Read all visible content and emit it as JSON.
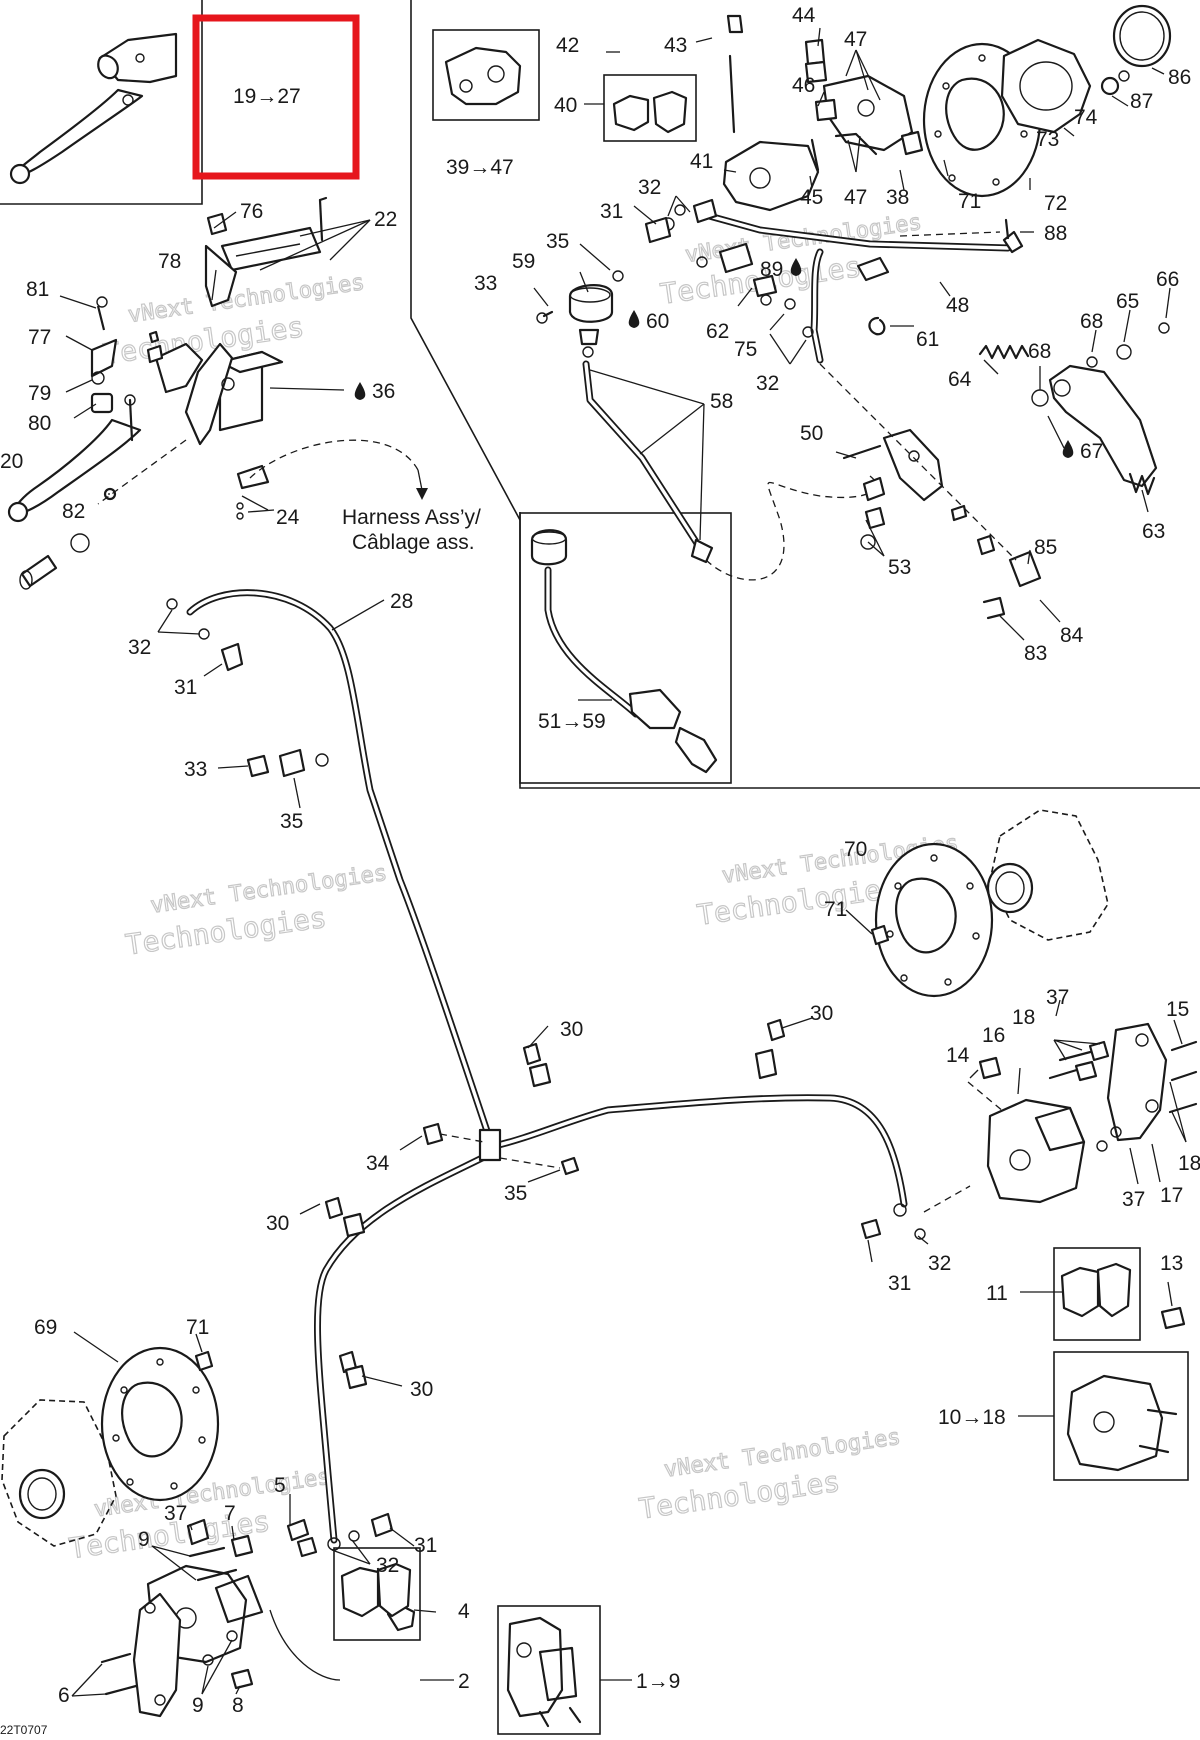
{
  "diagram": {
    "drawing_code": "22T0707",
    "highlight": {
      "label": "19→27",
      "color": "#e6161c"
    },
    "harness_label": {
      "line1": "Harness Ass’y/",
      "line2": "Câblage ass."
    },
    "watermark": {
      "line1": "vNext Technologies",
      "line2": "Technologies"
    },
    "callouts": [
      {
        "id": "c44",
        "text": "44"
      },
      {
        "id": "c47a",
        "text": "47"
      },
      {
        "id": "c42",
        "text": "42"
      },
      {
        "id": "c43",
        "text": "43"
      },
      {
        "id": "c86",
        "text": "86"
      },
      {
        "id": "c87",
        "text": "87"
      },
      {
        "id": "c40",
        "text": "40"
      },
      {
        "id": "c46",
        "text": "46"
      },
      {
        "id": "c74",
        "text": "74"
      },
      {
        "id": "c73",
        "text": "73"
      },
      {
        "id": "c39_47",
        "text": "39→47"
      },
      {
        "id": "c41",
        "text": "41"
      },
      {
        "id": "c45",
        "text": "45"
      },
      {
        "id": "c47b",
        "text": "47"
      },
      {
        "id": "c38",
        "text": "38"
      },
      {
        "id": "c71a",
        "text": "71"
      },
      {
        "id": "c72",
        "text": "72"
      },
      {
        "id": "c32a",
        "text": "32"
      },
      {
        "id": "c31a",
        "text": "31"
      },
      {
        "id": "c88",
        "text": "88"
      },
      {
        "id": "c35a",
        "text": "35"
      },
      {
        "id": "c89",
        "text": "89"
      },
      {
        "id": "c59",
        "text": "59"
      },
      {
        "id": "c33a",
        "text": "33"
      },
      {
        "id": "c48",
        "text": "48"
      },
      {
        "id": "c66",
        "text": "66"
      },
      {
        "id": "c65",
        "text": "65"
      },
      {
        "id": "c60",
        "text": "60"
      },
      {
        "id": "c68a",
        "text": "68"
      },
      {
        "id": "c62",
        "text": "62"
      },
      {
        "id": "c61",
        "text": "61"
      },
      {
        "id": "c75",
        "text": "75"
      },
      {
        "id": "c68b",
        "text": "68"
      },
      {
        "id": "c64",
        "text": "64"
      },
      {
        "id": "c32b",
        "text": "32"
      },
      {
        "id": "c58",
        "text": "58"
      },
      {
        "id": "c67",
        "text": "67"
      },
      {
        "id": "c50",
        "text": "50"
      },
      {
        "id": "c63",
        "text": "63"
      },
      {
        "id": "c85",
        "text": "85"
      },
      {
        "id": "c53",
        "text": "53"
      },
      {
        "id": "c84",
        "text": "84"
      },
      {
        "id": "c83",
        "text": "83"
      },
      {
        "id": "c51_59",
        "text": "51→59"
      },
      {
        "id": "c76",
        "text": "76"
      },
      {
        "id": "c22",
        "text": "22"
      },
      {
        "id": "c78",
        "text": "78"
      },
      {
        "id": "c81",
        "text": "81"
      },
      {
        "id": "c77",
        "text": "77"
      },
      {
        "id": "c36",
        "text": "36"
      },
      {
        "id": "c79",
        "text": "79"
      },
      {
        "id": "c80",
        "text": "80"
      },
      {
        "id": "c20",
        "text": "20"
      },
      {
        "id": "c82",
        "text": "82"
      },
      {
        "id": "c24",
        "text": "24"
      },
      {
        "id": "c28",
        "text": "28"
      },
      {
        "id": "c32c",
        "text": "32"
      },
      {
        "id": "c31b",
        "text": "31"
      },
      {
        "id": "c33b",
        "text": "33"
      },
      {
        "id": "c35b",
        "text": "35"
      },
      {
        "id": "c70",
        "text": "70"
      },
      {
        "id": "c71b",
        "text": "71"
      },
      {
        "id": "c30a",
        "text": "30"
      },
      {
        "id": "c30b",
        "text": "30"
      },
      {
        "id": "c37a",
        "text": "37"
      },
      {
        "id": "c18a",
        "text": "18"
      },
      {
        "id": "c15",
        "text": "15"
      },
      {
        "id": "c16",
        "text": "16"
      },
      {
        "id": "c14",
        "text": "14"
      },
      {
        "id": "c18b",
        "text": "18"
      },
      {
        "id": "c34",
        "text": "34"
      },
      {
        "id": "c35c",
        "text": "35"
      },
      {
        "id": "c37b",
        "text": "37"
      },
      {
        "id": "c17",
        "text": "17"
      },
      {
        "id": "c30c",
        "text": "30"
      },
      {
        "id": "c31c",
        "text": "31"
      },
      {
        "id": "c32d",
        "text": "32"
      },
      {
        "id": "c11",
        "text": "11"
      },
      {
        "id": "c13",
        "text": "13"
      },
      {
        "id": "c69",
        "text": "69"
      },
      {
        "id": "c71c",
        "text": "71"
      },
      {
        "id": "c30d",
        "text": "30"
      },
      {
        "id": "c10_18",
        "text": "10→18"
      },
      {
        "id": "c5",
        "text": "5"
      },
      {
        "id": "c37c",
        "text": "37"
      },
      {
        "id": "c7",
        "text": "7"
      },
      {
        "id": "c9a",
        "text": "9"
      },
      {
        "id": "c31d",
        "text": "31"
      },
      {
        "id": "c32e",
        "text": "32"
      },
      {
        "id": "c4",
        "text": "4"
      },
      {
        "id": "c2",
        "text": "2"
      },
      {
        "id": "c1_9",
        "text": "1→9"
      },
      {
        "id": "c6",
        "text": "6"
      },
      {
        "id": "c9b",
        "text": "9"
      },
      {
        "id": "c8",
        "text": "8"
      }
    ]
  }
}
